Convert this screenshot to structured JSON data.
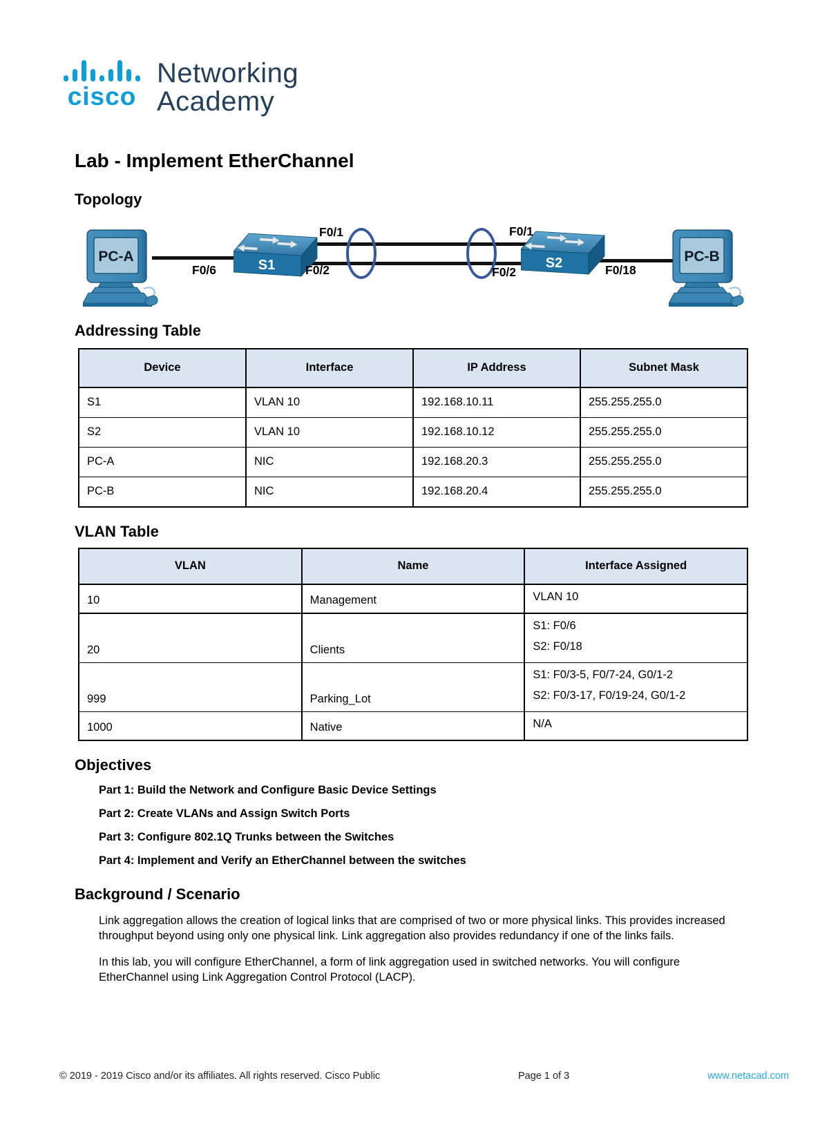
{
  "logo": {
    "brand": "cisco",
    "name_line1": "Networking",
    "name_line2": "Academy"
  },
  "title": "Lab - Implement EtherChannel",
  "headings": {
    "topology": "Topology",
    "addressing_table": "Addressing Table",
    "vlan_table": "VLAN Table",
    "objectives": "Objectives",
    "background": "Background / Scenario"
  },
  "topology_diagram": {
    "devices": {
      "pc_a": "PC-A",
      "s1": "S1",
      "s2": "S2",
      "pc_b": "PC-B"
    },
    "port_labels": {
      "pca_s1": "F0/6",
      "s1_top": "F0/1",
      "s1_bottom": "F0/2",
      "s2_top": "F0/1",
      "s2_bottom": "F0/2",
      "s2_pcb": "F0/18"
    }
  },
  "addressing_table": {
    "headers": [
      "Device",
      "Interface",
      "IP Address",
      "Subnet Mask"
    ],
    "rows": [
      [
        "S1",
        "VLAN 10",
        "192.168.10.11",
        "255.255.255.0"
      ],
      [
        "S2",
        "VLAN 10",
        "192.168.10.12",
        "255.255.255.0"
      ],
      [
        "PC-A",
        "NIC",
        "192.168.20.3",
        "255.255.255.0"
      ],
      [
        "PC-B",
        "NIC",
        "192.168.20.4",
        "255.255.255.0"
      ]
    ]
  },
  "vlan_table": {
    "headers": [
      "VLAN",
      "Name",
      "Interface Assigned"
    ],
    "rows": [
      {
        "vlan": "10",
        "name": "Management",
        "line1": "VLAN 10",
        "line2": ""
      },
      {
        "vlan": "20",
        "name": "Clients",
        "line1": "S1: F0/6",
        "line2": "S2: F0/18"
      },
      {
        "vlan": "999",
        "name": "Parking_Lot",
        "line1": "S1: F0/3-5, F0/7-24, G0/1-2",
        "line2": "S2: F0/3-17, F0/19-24, G0/1-2"
      },
      {
        "vlan": "1000",
        "name": "Native",
        "line1": "N/A",
        "line2": ""
      }
    ]
  },
  "objectives": {
    "parts": [
      "Part 1: Build the Network and Configure Basic Device Settings",
      "Part 2: Create VLANs and Assign Switch Ports",
      "Part 3: Configure 802.1Q Trunks between the Switches",
      "Part 4: Implement and Verify an EtherChannel between the switches"
    ]
  },
  "background": {
    "paragraph1": "Link aggregation allows the creation of logical links that are comprised of two or more physical links. This provides increased throughput beyond using only one physical link. Link aggregation also provides redundancy if one of the links fails.",
    "paragraph2": "In this lab, you will configure EtherChannel, a form of link aggregation used in switched networks. You will configure EtherChannel using Link Aggregation Control Protocol (LACP)."
  },
  "footer": {
    "copyright": "© 2019 - 2019 Cisco and/or its affiliates. All rights reserved. Cisco Public",
    "page": "Page 1 of 3",
    "website": "www.netacad.com"
  },
  "colors": {
    "cisco_blue": "#0d9dd9",
    "logo_text": "#24405a",
    "table_header_bg": "#dbe5f1",
    "link_blue": "#2aa9e0",
    "switch_blue": "#1e73a4",
    "pc_blue": "#3b86b3",
    "ellipse_blue": "#35589e"
  }
}
